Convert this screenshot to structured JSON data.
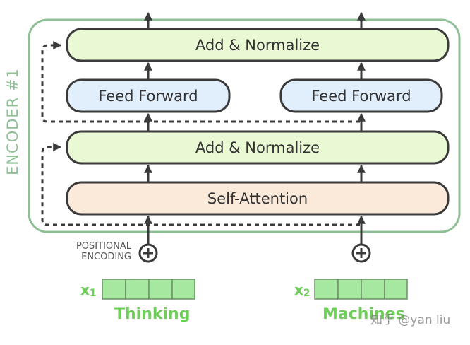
{
  "encoder_label": "ENCODER #1",
  "positional_encoding": [
    "POSITIONAL",
    "ENCODING"
  ],
  "boxes": {
    "add_normalize_top": "Add & Normalize",
    "feed_forward_left": "Feed Forward",
    "feed_forward_right": "Feed Forward",
    "add_normalize_bottom": "Add & Normalize",
    "self_attention": "Self-Attention"
  },
  "inputs": [
    {
      "symbol": "x",
      "index": "1",
      "word": "Thinking"
    },
    {
      "symbol": "x",
      "index": "2",
      "word": "Machines"
    }
  ],
  "watermark": "知乎 @yan liu",
  "colors": {
    "encoder_border": "#8fbf95",
    "add_normalize_fill": "#e9f9d4",
    "feed_forward_fill": "#e1eefb",
    "self_attention_fill": "#fbe9da",
    "box_stroke": "#3a3a3a",
    "input_cell_fill": "#a7e8a0",
    "input_cell_stroke": "#6a8f66",
    "word_color": "#6dcf57",
    "arrow_color": "#3a3a3a"
  }
}
